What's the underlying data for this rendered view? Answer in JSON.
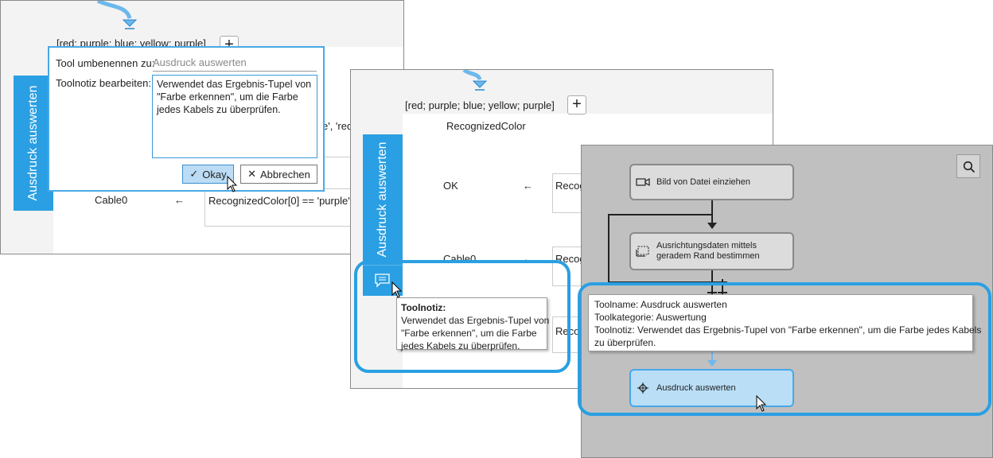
{
  "colors": {
    "accent": "#2a9fe3",
    "canvas": "#c0c0c0",
    "node": "#dcdcdc",
    "node_selected": "#b9def6"
  },
  "panel1": {
    "side_tab_label": "Ausdruck auswerten",
    "tuple_text": "[red; purple; blue; yellow; purple]",
    "add_label": "+",
    "row_left": "Cable0",
    "row_arrow": "←",
    "row_expression": "RecognizedColor[0] == 'purple'",
    "partial_text_1": "e', 'red",
    "dialog": {
      "rename_label": "Tool umbenennen zu:",
      "rename_placeholder": "Ausdruck auswerten",
      "note_label": "Toolnotiz bearbeiten:",
      "note_value": "Verwendet das Ergebnis-Tupel von \"Farbe erkennen\", um die Farbe jedes Kabels zu überprüfen.",
      "ok_label": "Okay",
      "cancel_label": "Abbrechen"
    }
  },
  "panel2": {
    "side_tab_label": "Ausdruck auswerten",
    "tuple_text": "[red; purple; blue; yellow; purple]",
    "add_label": "+",
    "column_header": "RecognizedColor",
    "rows": [
      {
        "left": "OK",
        "arrow": "←",
        "right": "Recog"
      },
      {
        "left": "Cable0",
        "arrow": "←",
        "right": "Recog"
      },
      {
        "left": "",
        "arrow": "",
        "right": "Recog"
      }
    ],
    "tooltip": {
      "title": "Toolnotiz:",
      "body": "Verwendet das Ergebnis-Tupel von\n\"Farbe erkennen\", um die Farbe\njedes Kabels zu überprüfen."
    }
  },
  "panel3": {
    "nodes": [
      {
        "label": "Bild von Datei einziehen",
        "icon": "camera-icon"
      },
      {
        "label": "Ausrichtungsdaten mittels\ngeradem Rand bestimmen",
        "icon": "align-icon"
      },
      {
        "label": "Ausdruck auswerten",
        "icon": "expression-icon"
      }
    ],
    "tooltip": {
      "line1": "Toolname: Ausdruck auswerten",
      "line2": "Toolkategorie: Auswertung",
      "line3": "Toolnotiz: Verwendet das Ergebnis-Tupel von \"Farbe erkennen\", um die Farbe jedes Kabels\nzu überprüfen."
    }
  }
}
